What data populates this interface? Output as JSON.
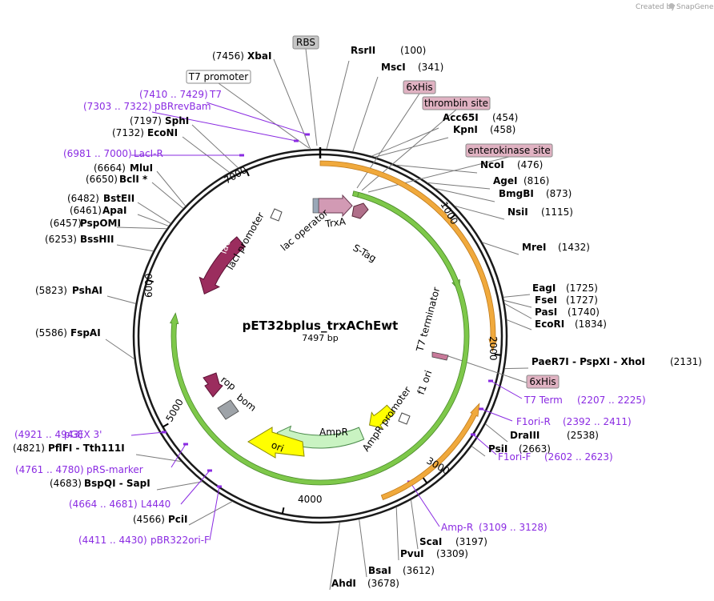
{
  "watermark": {
    "prefix": "Created by",
    "brand": "SnapGene"
  },
  "plasmid": {
    "name": "pET32bplus_trxAChEwt",
    "length_label": "7497 bp"
  },
  "ticks": [
    "1000",
    "2000",
    "3000",
    "4000",
    "5000",
    "6000",
    "7000"
  ],
  "site_labels": [
    {
      "name": "XbaI",
      "pos": "(7456)"
    },
    {
      "name": "RsrII",
      "pos": "(100)"
    },
    {
      "name": "MscI",
      "pos": "(341)"
    },
    {
      "name": "Acc65I",
      "pos": "(454)"
    },
    {
      "name": "KpnI",
      "pos": "(458)"
    },
    {
      "name": "NcoI",
      "pos": "(476)"
    },
    {
      "name": "AgeI",
      "pos": "(816)"
    },
    {
      "name": "BmgBI",
      "pos": "(873)"
    },
    {
      "name": "NsiI",
      "pos": "(1115)"
    },
    {
      "name": "MreI",
      "pos": "(1432)"
    },
    {
      "name": "EagI",
      "pos": "(1725)"
    },
    {
      "name": "FseI",
      "pos": "(1727)"
    },
    {
      "name": "PasI",
      "pos": "(1740)"
    },
    {
      "name": "EcoRI",
      "pos": "(1834)"
    },
    {
      "name": "PaeR7I - PspXI - XhoI",
      "pos": "(2131)"
    },
    {
      "name": "DraIII",
      "pos": "(2538)"
    },
    {
      "name": "PsiI",
      "pos": "(2663)"
    },
    {
      "name": "ScaI",
      "pos": "(3197)"
    },
    {
      "name": "PvuI",
      "pos": "(3309)"
    },
    {
      "name": "BsaI",
      "pos": "(3612)"
    },
    {
      "name": "AhdI",
      "pos": "(3678)"
    },
    {
      "name": "PciI",
      "pos": "(4566)"
    },
    {
      "name": "BspQI - SapI",
      "pos": "(4683)"
    },
    {
      "name": "PflFI - Tth111I",
      "pos": "(4821)"
    },
    {
      "name": "FspAI",
      "pos": "(5586)"
    },
    {
      "name": "PshAI",
      "pos": "(5823)"
    },
    {
      "name": "BssHII",
      "pos": "(6253)"
    },
    {
      "name": "PspOMI",
      "pos": "(6457)"
    },
    {
      "name": "ApaI",
      "pos": "(6461)"
    },
    {
      "name": "BstEII",
      "pos": "(6482)"
    },
    {
      "name": "BclI *",
      "pos": "(6650)"
    },
    {
      "name": "MluI",
      "pos": "(6664)"
    },
    {
      "name": "EcoNI",
      "pos": "(7132)"
    },
    {
      "name": "SphI",
      "pos": "(7197)"
    }
  ],
  "primers": [
    {
      "name": "T7",
      "range": "(7410 .. 7429)"
    },
    {
      "name": "pBRrevBam",
      "range": "(7303 .. 7322)"
    },
    {
      "name": "LacI-R",
      "range": "(6981 .. 7000)"
    },
    {
      "name": "T7 Term",
      "range": "(2207 .. 2225)"
    },
    {
      "name": "F1ori-R",
      "range": "(2392 .. 2411)"
    },
    {
      "name": "F1ori-F",
      "range": "(2602 .. 2623)"
    },
    {
      "name": "Amp-R",
      "range": "(3109 .. 3128)"
    },
    {
      "name": "pGEX 3'",
      "range": "(4921 .. 4943)"
    },
    {
      "name": "pRS-marker",
      "range": "(4761 .. 4780)"
    },
    {
      "name": "L4440",
      "range": "(4664 .. 4681)"
    },
    {
      "name": "pBR322ori-F",
      "range": "(4411 .. 4430)"
    }
  ],
  "boxed_labels": [
    "RBS",
    "T7 promoter",
    "6xHis",
    "thrombin site",
    "enterokinase site",
    "6xHis"
  ],
  "feature_labels": [
    "TrxA",
    "S-Tag",
    "lac operator",
    "lacI promoter",
    "lacI",
    "T7 terminator",
    "f1 ori",
    "AmpR promoter",
    "AmpR",
    "ori",
    "rop",
    "bom"
  ],
  "colors": {
    "primer": "#8a2be2",
    "orf_orange": "#f0a93c",
    "orf_green": "#7ec84a",
    "lacI": "#9b2d5e",
    "trxA": "#d29ab4",
    "f1_ori": "#ffff00",
    "ori": "#ffff00",
    "AmpR": "#c9f3c2",
    "bom": "#9ea3a8",
    "box_gray": "#c6c6c6",
    "box_pink": "#e0b2c2"
  }
}
